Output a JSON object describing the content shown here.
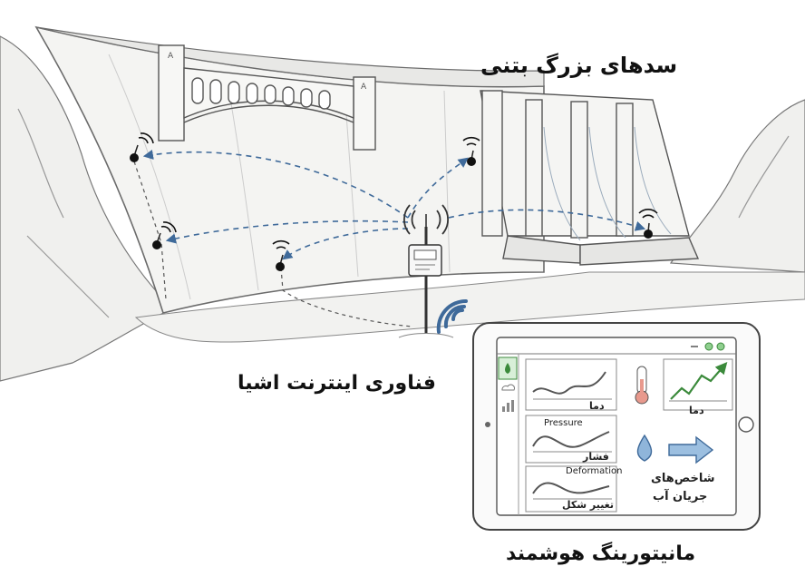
{
  "labels": {
    "dams": "سدهای بزرگ بتنی",
    "iot": "فناوری اینترنت اشیا",
    "monitoring": "مانیتورینگ هوشمند"
  },
  "tablet": {
    "panels": {
      "temp_chart_label": "دما",
      "pressure_title": "Pressure",
      "pressure_label": "فشار",
      "deformation_title": "Deformation",
      "deformation_label": "تغییر شکل",
      "thermometer_label": "دما",
      "flow_label_line1": "شاخص‌های",
      "flow_label_line2": "جریان آب"
    },
    "sidebar_icons": [
      "water-drop-icon",
      "cloud-icon",
      "bar-chart-icon"
    ],
    "window_buttons": [
      "minimize-icon",
      "green-dot-icon",
      "green-dot-icon"
    ]
  },
  "colors": {
    "link": "#3f6a9a",
    "accent_green": "#5ab35a",
    "sketch": "#555555"
  }
}
